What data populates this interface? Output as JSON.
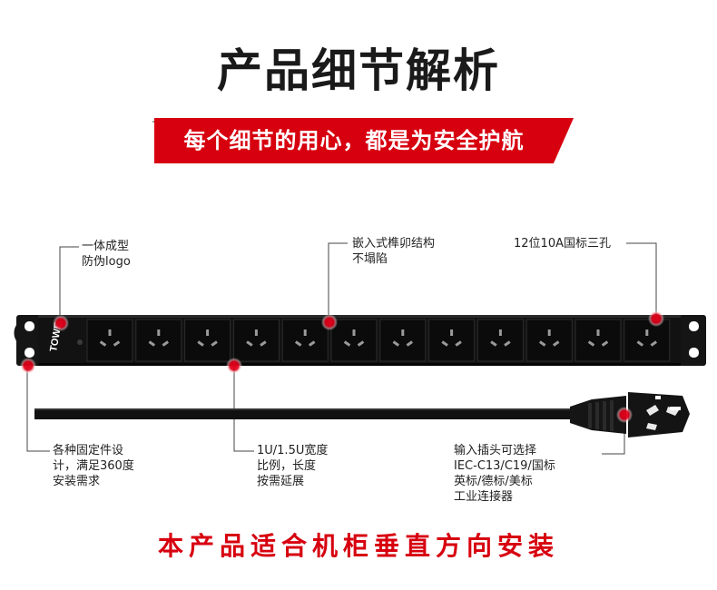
{
  "title": "产品细节解析",
  "banner": "每个细节的用心，都是为安全护航",
  "callouts": {
    "logo": [
      "一体成型",
      "防伪logo"
    ],
    "mortise": [
      "嵌入式榫卯结构",
      "不塌陷"
    ],
    "sockets": [
      "12位10A国标三孔"
    ],
    "fixing": [
      "各种固定件设",
      "计，满足360度",
      "安装需求"
    ],
    "size": [
      "1U/1.5U宽度",
      "比例，长度",
      "按需延展"
    ],
    "plug": [
      "输入插头可选择",
      "IEC-C13/C19/国标",
      "英标/德标/美标",
      "工业连接器"
    ]
  },
  "brand_logo": "TOWE",
  "socket_count": 12,
  "footer": "本产品适合机柜垂直方向安装",
  "colors": {
    "accent": "#d7000f",
    "strip": "#121212",
    "marker": "#e0001a"
  }
}
